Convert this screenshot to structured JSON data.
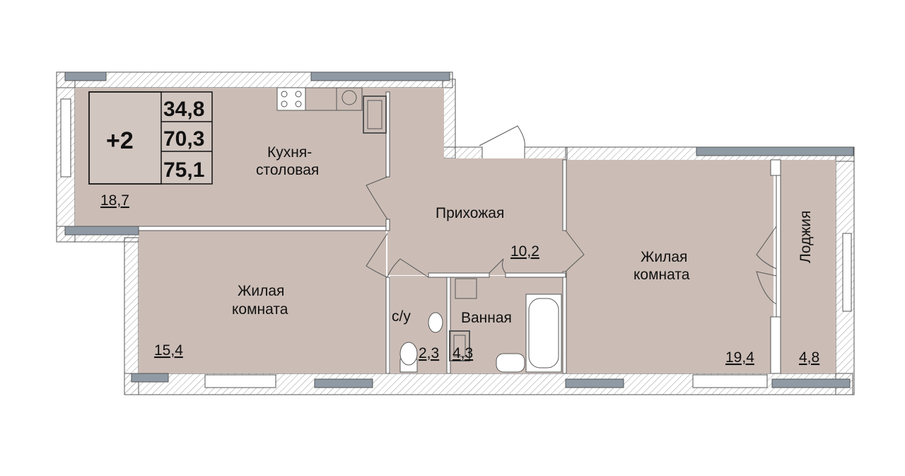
{
  "summary": {
    "rooms_badge": "+2",
    "area_living": "34,8",
    "area_total": "70,3",
    "area_with_loggia": "75,1"
  },
  "rooms": {
    "kitchen": {
      "label_line1": "Кухня-",
      "label_line2": "столовая",
      "area": "18,7"
    },
    "hall": {
      "label": "Прихожая",
      "area": "10,2"
    },
    "living_left": {
      "label_line1": "Жилая",
      "label_line2": "комната",
      "area": "15,4"
    },
    "living_right": {
      "label_line1": "Жилая",
      "label_line2": "комната",
      "area": "19,4"
    },
    "wc": {
      "label": "с/у",
      "area": "2,3"
    },
    "bathroom": {
      "label": "Ванная",
      "area": "4,3"
    },
    "loggia": {
      "label": "Лоджия",
      "area": "4,8"
    }
  },
  "colors": {
    "floor": "#cbbdb6",
    "wall": "#ffffff",
    "wall_outline": "#555555",
    "window_block": "#8f9aa5",
    "hatch": "#9a9a9a"
  }
}
